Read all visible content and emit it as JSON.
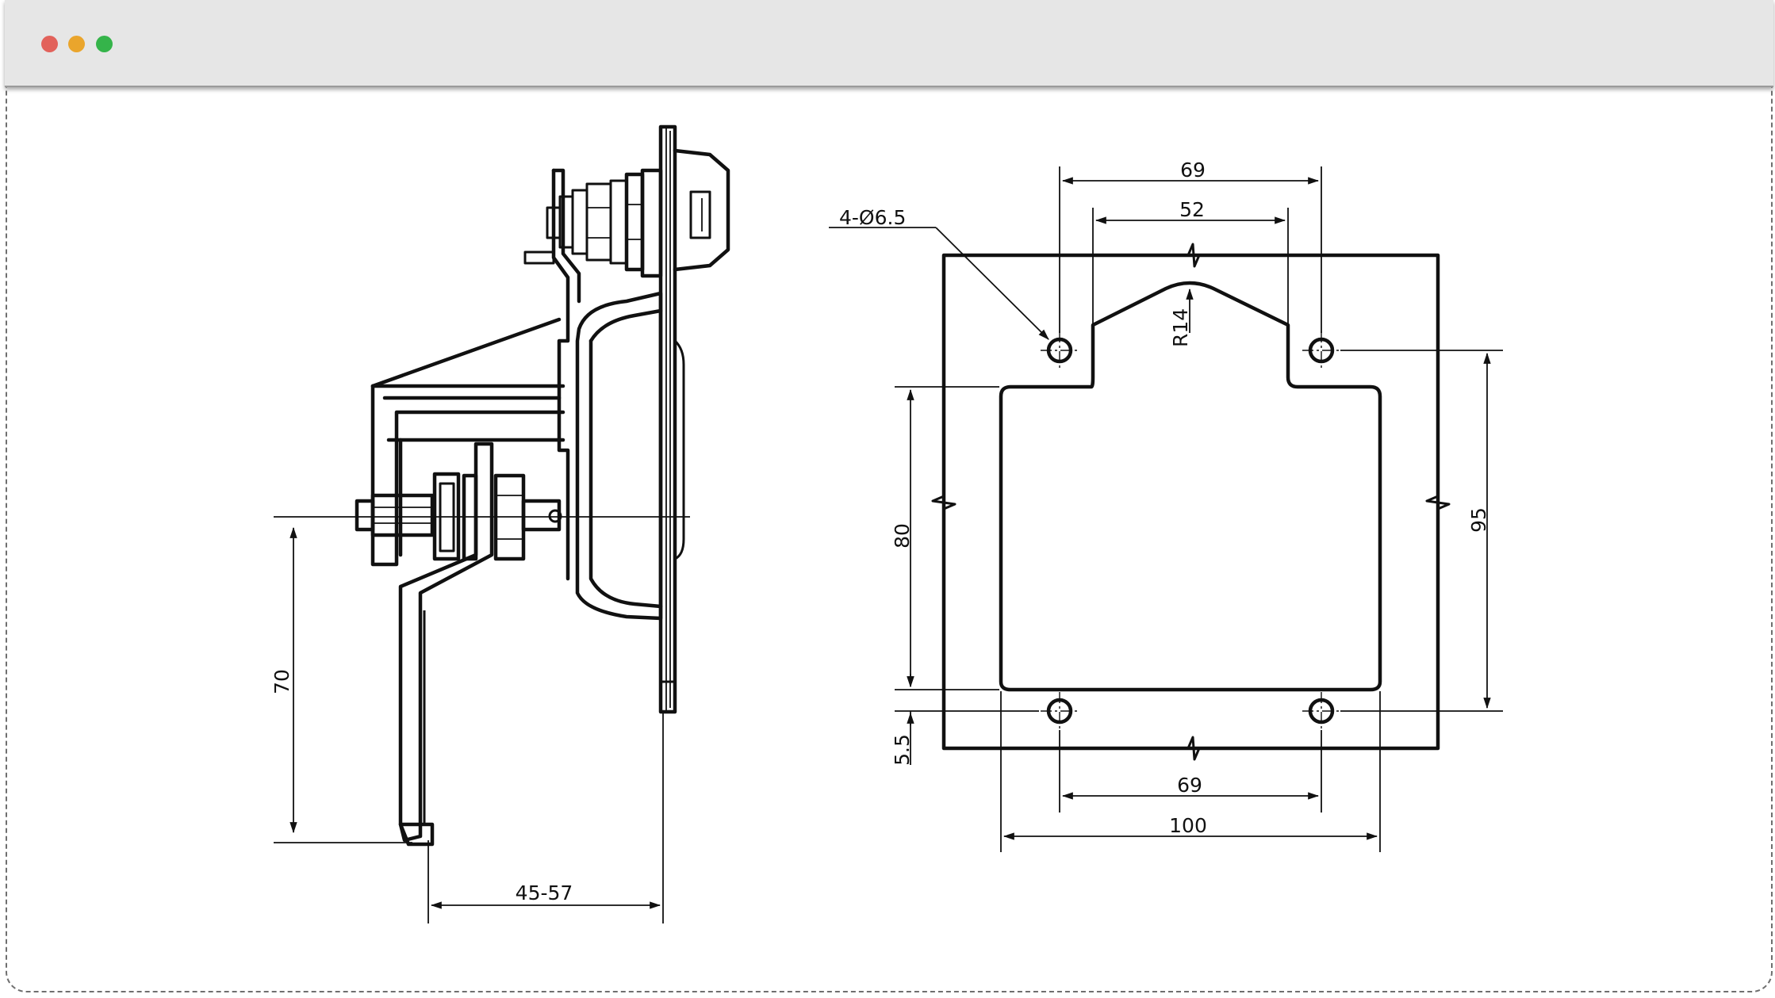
{
  "window": {
    "controls": [
      {
        "name": "close",
        "color": "#e2625b"
      },
      {
        "name": "minimize",
        "color": "#eaa52c"
      },
      {
        "name": "maximize",
        "color": "#35b44a"
      }
    ]
  },
  "drawing": {
    "side_view": {
      "dim_height": "70",
      "dim_range": "45-57"
    },
    "front_view": {
      "holes_note": "4-Ø6.5",
      "radius_note": "R14",
      "dim_top_outer": "69",
      "dim_top_inner": "52",
      "dim_left_height": "80",
      "dim_right_height": "95",
      "dim_offset": "5.5",
      "dim_bottom_holes": "69",
      "dim_bottom_width": "100"
    }
  }
}
